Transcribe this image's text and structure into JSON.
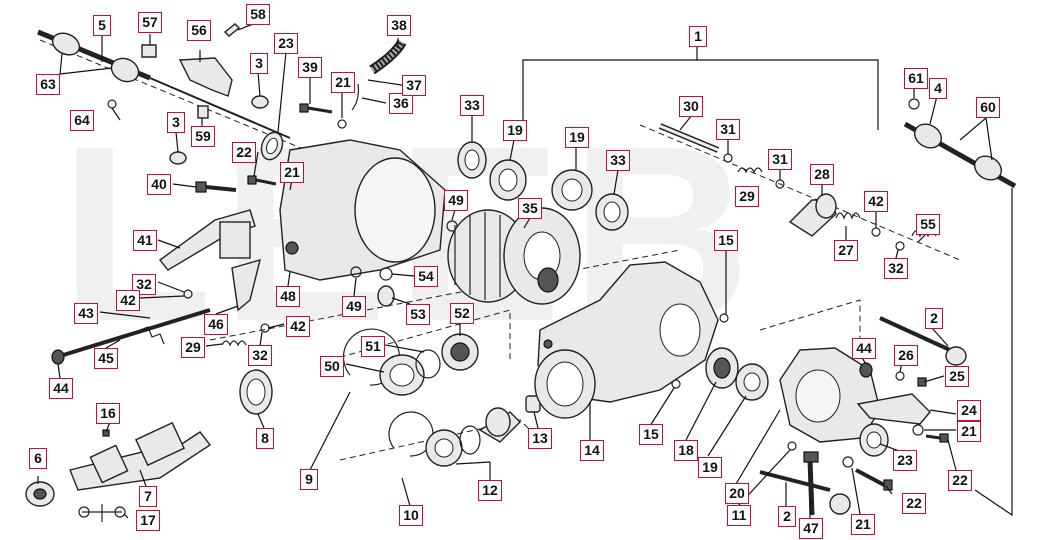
{
  "watermark": "LEEB",
  "callouts": [
    {
      "id": "c1",
      "text": "1"
    },
    {
      "id": "c2a",
      "text": "2"
    },
    {
      "id": "c2b",
      "text": "2"
    },
    {
      "id": "c3a",
      "text": "3"
    },
    {
      "id": "c3b",
      "text": "3"
    },
    {
      "id": "c4",
      "text": "4"
    },
    {
      "id": "c5",
      "text": "5"
    },
    {
      "id": "c6",
      "text": "6"
    },
    {
      "id": "c7",
      "text": "7"
    },
    {
      "id": "c8",
      "text": "8"
    },
    {
      "id": "c9",
      "text": "9"
    },
    {
      "id": "c10",
      "text": "10"
    },
    {
      "id": "c11",
      "text": "11"
    },
    {
      "id": "c12",
      "text": "12"
    },
    {
      "id": "c13",
      "text": "13"
    },
    {
      "id": "c14",
      "text": "14"
    },
    {
      "id": "c15a",
      "text": "15"
    },
    {
      "id": "c15b",
      "text": "15"
    },
    {
      "id": "c16",
      "text": "16"
    },
    {
      "id": "c17",
      "text": "17"
    },
    {
      "id": "c18",
      "text": "18"
    },
    {
      "id": "c19a",
      "text": "19"
    },
    {
      "id": "c19b",
      "text": "19"
    },
    {
      "id": "c19c",
      "text": "19"
    },
    {
      "id": "c20",
      "text": "20"
    },
    {
      "id": "c21a",
      "text": "21"
    },
    {
      "id": "c21b",
      "text": "21"
    },
    {
      "id": "c21c",
      "text": "21"
    },
    {
      "id": "c21d",
      "text": "21"
    },
    {
      "id": "c22a",
      "text": "22"
    },
    {
      "id": "c22b",
      "text": "22"
    },
    {
      "id": "c22c",
      "text": "22"
    },
    {
      "id": "c23a",
      "text": "23"
    },
    {
      "id": "c23b",
      "text": "23"
    },
    {
      "id": "c24",
      "text": "24"
    },
    {
      "id": "c25",
      "text": "25"
    },
    {
      "id": "c26",
      "text": "26"
    },
    {
      "id": "c27",
      "text": "27"
    },
    {
      "id": "c28",
      "text": "28"
    },
    {
      "id": "c29a",
      "text": "29"
    },
    {
      "id": "c29b",
      "text": "29"
    },
    {
      "id": "c30",
      "text": "30"
    },
    {
      "id": "c31a",
      "text": "31"
    },
    {
      "id": "c31b",
      "text": "31"
    },
    {
      "id": "c32a",
      "text": "32"
    },
    {
      "id": "c32b",
      "text": "32"
    },
    {
      "id": "c32c",
      "text": "32"
    },
    {
      "id": "c33a",
      "text": "33"
    },
    {
      "id": "c33b",
      "text": "33"
    },
    {
      "id": "c35",
      "text": "35"
    },
    {
      "id": "c36",
      "text": "36"
    },
    {
      "id": "c37",
      "text": "37"
    },
    {
      "id": "c38",
      "text": "38"
    },
    {
      "id": "c39",
      "text": "39"
    },
    {
      "id": "c40",
      "text": "40"
    },
    {
      "id": "c41",
      "text": "41"
    },
    {
      "id": "c42a",
      "text": "42"
    },
    {
      "id": "c42b",
      "text": "42"
    },
    {
      "id": "c42c",
      "text": "42"
    },
    {
      "id": "c43",
      "text": "43"
    },
    {
      "id": "c44a",
      "text": "44"
    },
    {
      "id": "c44b",
      "text": "44"
    },
    {
      "id": "c45",
      "text": "45"
    },
    {
      "id": "c46",
      "text": "46"
    },
    {
      "id": "c47",
      "text": "47"
    },
    {
      "id": "c48",
      "text": "48"
    },
    {
      "id": "c49a",
      "text": "49"
    },
    {
      "id": "c49b",
      "text": "49"
    },
    {
      "id": "c50",
      "text": "50"
    },
    {
      "id": "c51",
      "text": "51"
    },
    {
      "id": "c52",
      "text": "52"
    },
    {
      "id": "c53",
      "text": "53"
    },
    {
      "id": "c54",
      "text": "54"
    },
    {
      "id": "c55",
      "text": "55"
    },
    {
      "id": "c56",
      "text": "56"
    },
    {
      "id": "c57",
      "text": "57"
    },
    {
      "id": "c58",
      "text": "58"
    },
    {
      "id": "c59",
      "text": "59"
    },
    {
      "id": "c60",
      "text": "60"
    },
    {
      "id": "c61",
      "text": "61"
    },
    {
      "id": "c63",
      "text": "63"
    },
    {
      "id": "c64",
      "text": "64"
    }
  ]
}
